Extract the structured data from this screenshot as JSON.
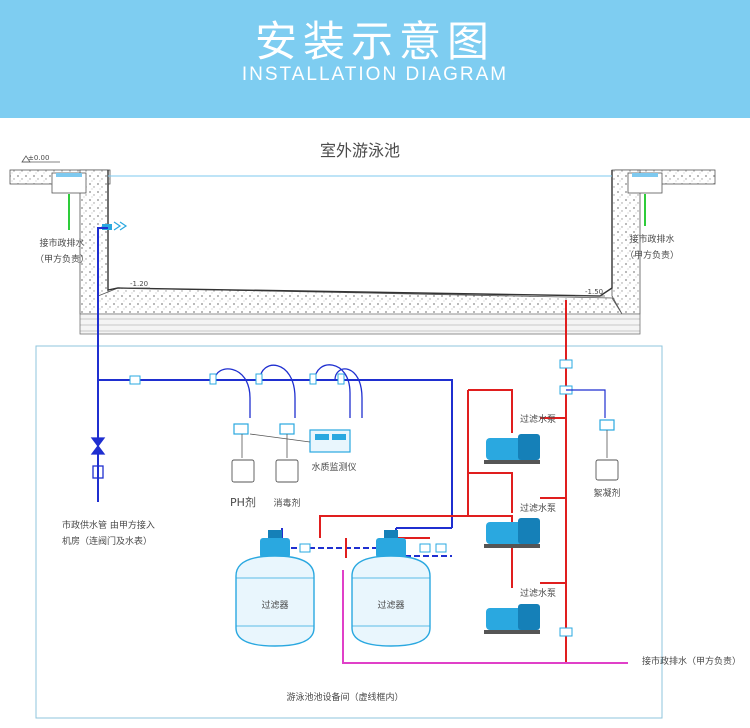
{
  "header": {
    "title": "安装示意图",
    "subtitle": "INSTALLATION DIAGRAM"
  },
  "pool": {
    "name": "室外游泳池",
    "level_zero": "±0.00",
    "level_shallow": "-1.20",
    "level_deep": "-1.50"
  },
  "drain_left": {
    "line1": "接市政排水",
    "line2": "（甲方负责）"
  },
  "drain_right": {
    "line1": "接市政排水",
    "line2": "（甲方负责）"
  },
  "chemicals": {
    "ph": "PH剂",
    "disinfectant": "消毒剂",
    "flocculant": "絮凝剂"
  },
  "monitor": {
    "label": "水质监测仪"
  },
  "water_supply": {
    "line1": "市政供水管  由甲方接入",
    "line2": "机房（连阀门及水表）"
  },
  "filters": {
    "left": "过滤器",
    "right": "过滤器"
  },
  "pumps": {
    "top": "过滤水泵",
    "middle": "过滤水泵",
    "bottom": "过滤水泵"
  },
  "outlet_drain": {
    "label": "接市政排水（甲方负责）"
  },
  "equipment_room": {
    "label": "游泳池池设备间（虚线框内）"
  },
  "colors": {
    "banner": "#7ecdf1",
    "blue_line": "#1f2fd0",
    "red_line": "#e01e1e",
    "magenta_line": "#e040c8",
    "green_line": "#2ecc3a",
    "equipment": "#2aa8e0"
  }
}
